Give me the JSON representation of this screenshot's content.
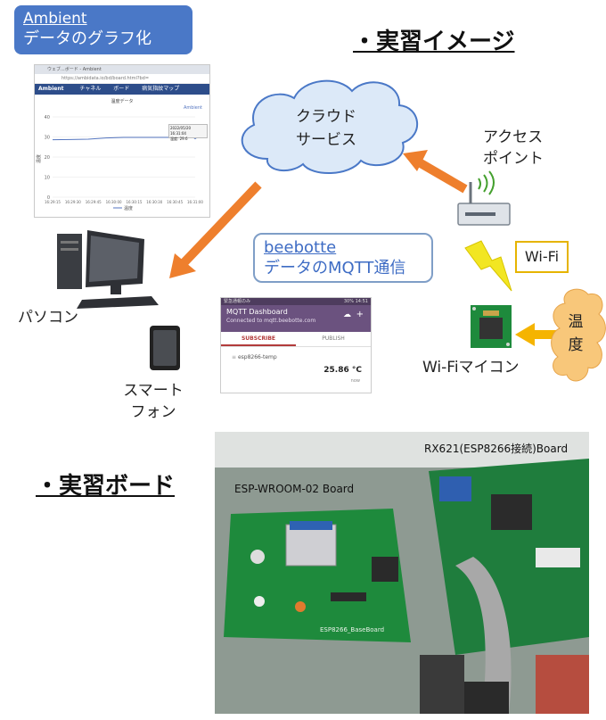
{
  "ambient_label": {
    "line1": "Ambient",
    "line2": "データのグラフ化"
  },
  "heading_image": "・実習イメージ",
  "heading_board": "・実習ボード",
  "ambient_screenshot": {
    "tab_text": "ウェブ...ボード - Ambient",
    "url": "https://ambidata.io/bd/board.html?bd=",
    "nav_brand": "Ambient",
    "nav_items": [
      "チャネル",
      "ボード",
      "病気指紋マップ"
    ],
    "panel_title": "温度データ",
    "brand_right": "Ambient",
    "tooltip_time": "2022/05/20 16:31:04",
    "tooltip_value": "温度: 29.6",
    "y_ticks": [
      "40",
      "30",
      "20",
      "10",
      "0"
    ],
    "y_label": "温度",
    "x_ticks": [
      "16:29:15",
      "16:29:30",
      "16:29:45",
      "16:30:00",
      "16:30:15",
      "16:30:30",
      "16:30:45",
      "16:31:00"
    ],
    "legend": "温度",
    "temperature_series": [
      28.6,
      28.7,
      28.9,
      29.5,
      29.8,
      29.8,
      29.8,
      29.8,
      29.6
    ],
    "y_range": [
      0,
      40
    ]
  },
  "cloud": {
    "line1": "クラウド",
    "line2": "サービス"
  },
  "access_point": {
    "line1": "アクセス",
    "line2": "ポイント"
  },
  "pc_label": "パソコン",
  "smartphone_label": {
    "line1": "スマート",
    "line2": "フォン"
  },
  "beebotte": {
    "line1": "beebotte",
    "line2": "データのMQTT通信"
  },
  "wifi_label": "Wi-Fi",
  "mcu_label": "Wi-Fiマイコン",
  "temperature_cloud": {
    "line1": "温",
    "line2": "度"
  },
  "mqtt_screenshot": {
    "status_left": "緊急通報のみ",
    "status_right": "30% 14:51",
    "title": "MQTT Dashboard",
    "subtitle": "Connected to mqtt.beebotte.com",
    "tab_subscribe": "SUBSCRIBE",
    "tab_publish": "PUBLISH",
    "topic": "esp8266-temp",
    "value": "25.86 °C",
    "time": "now"
  },
  "photo": {
    "label_rx": "RX621(ESP8266接続)Board",
    "label_esp": "ESP-WROOM-02 Board",
    "pcb_silk": "ESP8266_BaseBoard"
  },
  "colors": {
    "accent_blue": "#4a78c7",
    "arrow_orange": "#ee7f2d",
    "lightning_yellow": "#f2e622",
    "pcb_green": "#1e8a3c"
  }
}
